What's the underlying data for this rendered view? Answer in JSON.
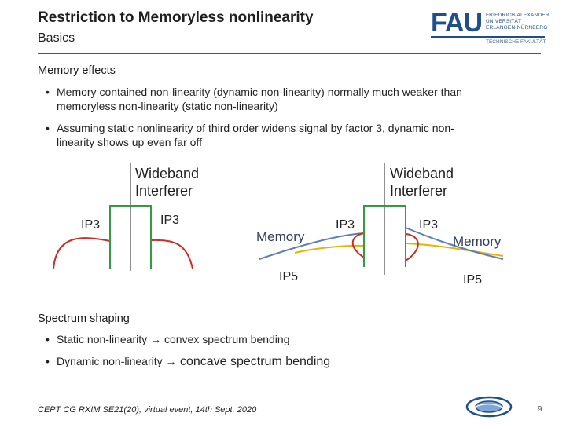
{
  "header": {
    "title": "Restriction to Memoryless nonlinearity",
    "subtitle": "Basics",
    "logo": {
      "letters": "FAU",
      "line1": "FRIEDRICH-ALEXANDER",
      "line2": "UNIVERSITÄT",
      "line3": "ERLANGEN-NÜRNBERG",
      "faculty": "TECHNISCHE FAKULTÄT"
    }
  },
  "section1": {
    "heading": "Memory effects",
    "bullets": [
      {
        "line1": "Memory contained non-linearity (dynamic non-linearity) normally much weaker than",
        "line2": "memoryless non-linearity (static non-linearity)"
      },
      {
        "line1": "Assuming static nonlinearity of third order widens signal by factor 3, dynamic non-",
        "line2": "linearity shows up even far off"
      }
    ]
  },
  "diagram_left": {
    "interferer_line1": "Wideband",
    "interferer_line2": "Interferer",
    "ip3_left": "IP3",
    "ip3_right": "IP3"
  },
  "diagram_right": {
    "interferer_line1": "Wideband",
    "interferer_line2": "Interferer",
    "memory_left": "Memory",
    "ip3_left": "IP3",
    "ip5_left": "IP5",
    "ip3_right": "IP3",
    "memory_right": "Memory",
    "ip5_right": "IP5"
  },
  "section2": {
    "heading": "Spectrum shaping",
    "bullets": [
      {
        "prefix": "Static non-linearity ",
        "arrow": "→",
        "suffix": " convex spectrum bending"
      },
      {
        "prefix": "Dynamic non-linearity ",
        "arrow": "→",
        "suffix": " concave spectrum bending"
      }
    ]
  },
  "footer": {
    "text": "CEPT CG RXIM SE21(20), virtual event, 14th Sept. 2020",
    "page": "9"
  },
  "colors": {
    "red_curve": "#d42a20",
    "green_box": "#2e9e3e",
    "blue_curve": "#5b7fb5",
    "orange_curve": "#f0b000",
    "logo_blue": "#1f4e8c"
  }
}
